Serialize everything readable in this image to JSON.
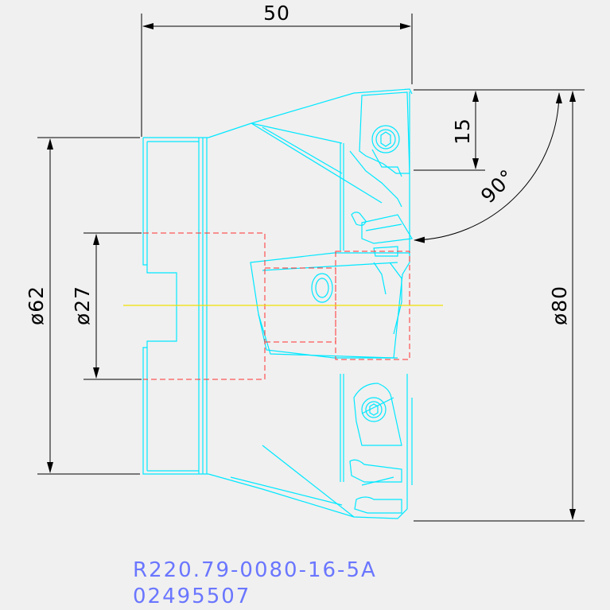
{
  "dimensions": {
    "width": "50",
    "flank_height": "15",
    "angle": "90°",
    "dia_body": "ø62",
    "dia_bore": "ø27",
    "dia_cut": "ø80"
  },
  "caption": {
    "part_code": "R220.79-0080-16-5A",
    "order_number": "02495507"
  },
  "colors": {
    "background": "#f0f0f0",
    "dim_lines": "#000000",
    "outline": "#00e8ff",
    "hidden": "#ff3030",
    "centerline": "#f0e000",
    "caption": "#6a76ff"
  }
}
